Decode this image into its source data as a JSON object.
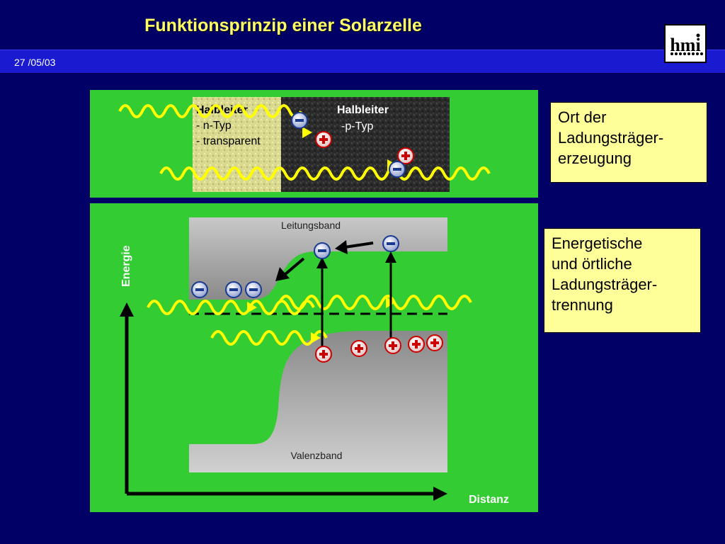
{
  "slide": {
    "title": "Funktionsprinzip einer Solarzelle",
    "date": "27 /05/03",
    "logo_text": "hmi"
  },
  "top_diagram": {
    "n_label_title": "Halbleiter",
    "n_label_line1": "- n-Typ",
    "n_label_line2": "- transparent",
    "p_label_title": "Halbleiter",
    "p_label_line1": "-p-Typ"
  },
  "band_diagram": {
    "y_axis_label": "Energie",
    "x_axis_label": "Distanz",
    "conduction_band_label": "Leitungsband",
    "valence_band_label": "Valenzband"
  },
  "notes": {
    "note1": [
      "Ort der",
      "Ladungsträger-",
      "erzeugung"
    ],
    "note2": [
      "Energetische",
      "und örtliche",
      "Ladungsträger-",
      "trennung"
    ]
  },
  "colors": {
    "background": "#000066",
    "title": "#ffff66",
    "panel": "#33cc33",
    "note": "#ffff99",
    "photon": "#ffff00",
    "hole": "#cc0000",
    "electron": "#1a3a8f"
  }
}
